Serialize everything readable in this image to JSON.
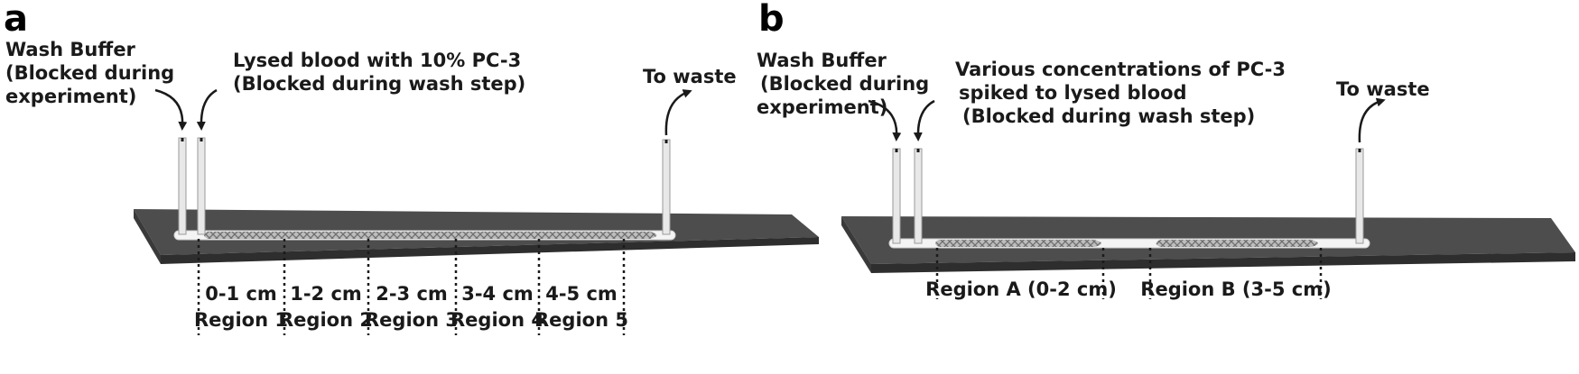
{
  "panel_a": {
    "letter": "a",
    "wash_buffer": [
      "Wash Buffer",
      "(Blocked during",
      "experiment)"
    ],
    "sample_inlet": [
      "Lysed blood with 10% PC-3",
      "(Blocked during wash step)"
    ],
    "outlet": "To waste",
    "regions": [
      {
        "range": "0-1 cm",
        "name": "Region 1"
      },
      {
        "range": "1-2 cm",
        "name": "Region 2"
      },
      {
        "range": "2-3 cm",
        "name": "Region 3"
      },
      {
        "range": "3-4 cm",
        "name": "Region 4"
      },
      {
        "range": "4-5 cm",
        "name": "Region 5"
      }
    ]
  },
  "panel_b": {
    "letter": "b",
    "wash_buffer": [
      "Wash Buffer",
      "(Blocked during",
      "experiment)"
    ],
    "sample_inlet": [
      "Various concentrations of  PC-3",
      "spiked to lysed blood",
      "(Blocked during wash step)"
    ],
    "outlet": "To waste",
    "regions": [
      {
        "name": "Region A (0-2 cm)"
      },
      {
        "name": "Region B (3-5 cm)"
      }
    ]
  },
  "colors": {
    "chip": "#4d4d4d",
    "chip_edge": "#2e2e2e",
    "channel": "#f4f4f4",
    "tube": "#e8e8e8",
    "arrow": "#1a1a1a"
  },
  "icons": [
    "curved-arrow-down-icon",
    "curved-arrow-up-icon",
    "dotted-divider"
  ]
}
